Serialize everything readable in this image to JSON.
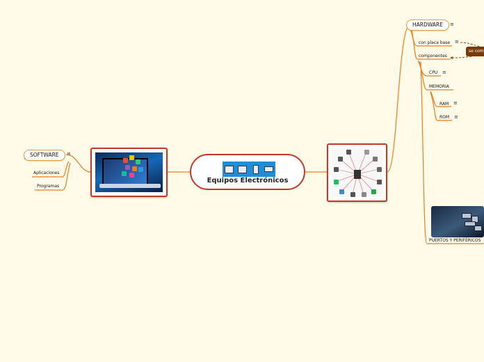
{
  "central": {
    "title": "Equipos Electrónicos",
    "icons": [
      "laptop-icon",
      "computer-icon",
      "phone-icon",
      "printer-icon"
    ]
  },
  "software": {
    "label": "SOFTWARE",
    "children": [
      "Aplicaciones",
      "Programas"
    ]
  },
  "hardware": {
    "label": "HARDWARE",
    "children": {
      "placa": "con placa base",
      "componentes": "componentes",
      "cpu": "CPU",
      "memoria": "MEMORIA",
      "ram": "RAM",
      "rom": "ROM",
      "puertos": "PUERTOS Y PERIFÉRICOS"
    }
  },
  "callout": {
    "text": "se com"
  },
  "menu_glyph": "≡",
  "colors": {
    "branch": "#ef7d1a",
    "central_border": "#c0392b",
    "background": "#fffbe8",
    "callout": "#7a3a07"
  }
}
